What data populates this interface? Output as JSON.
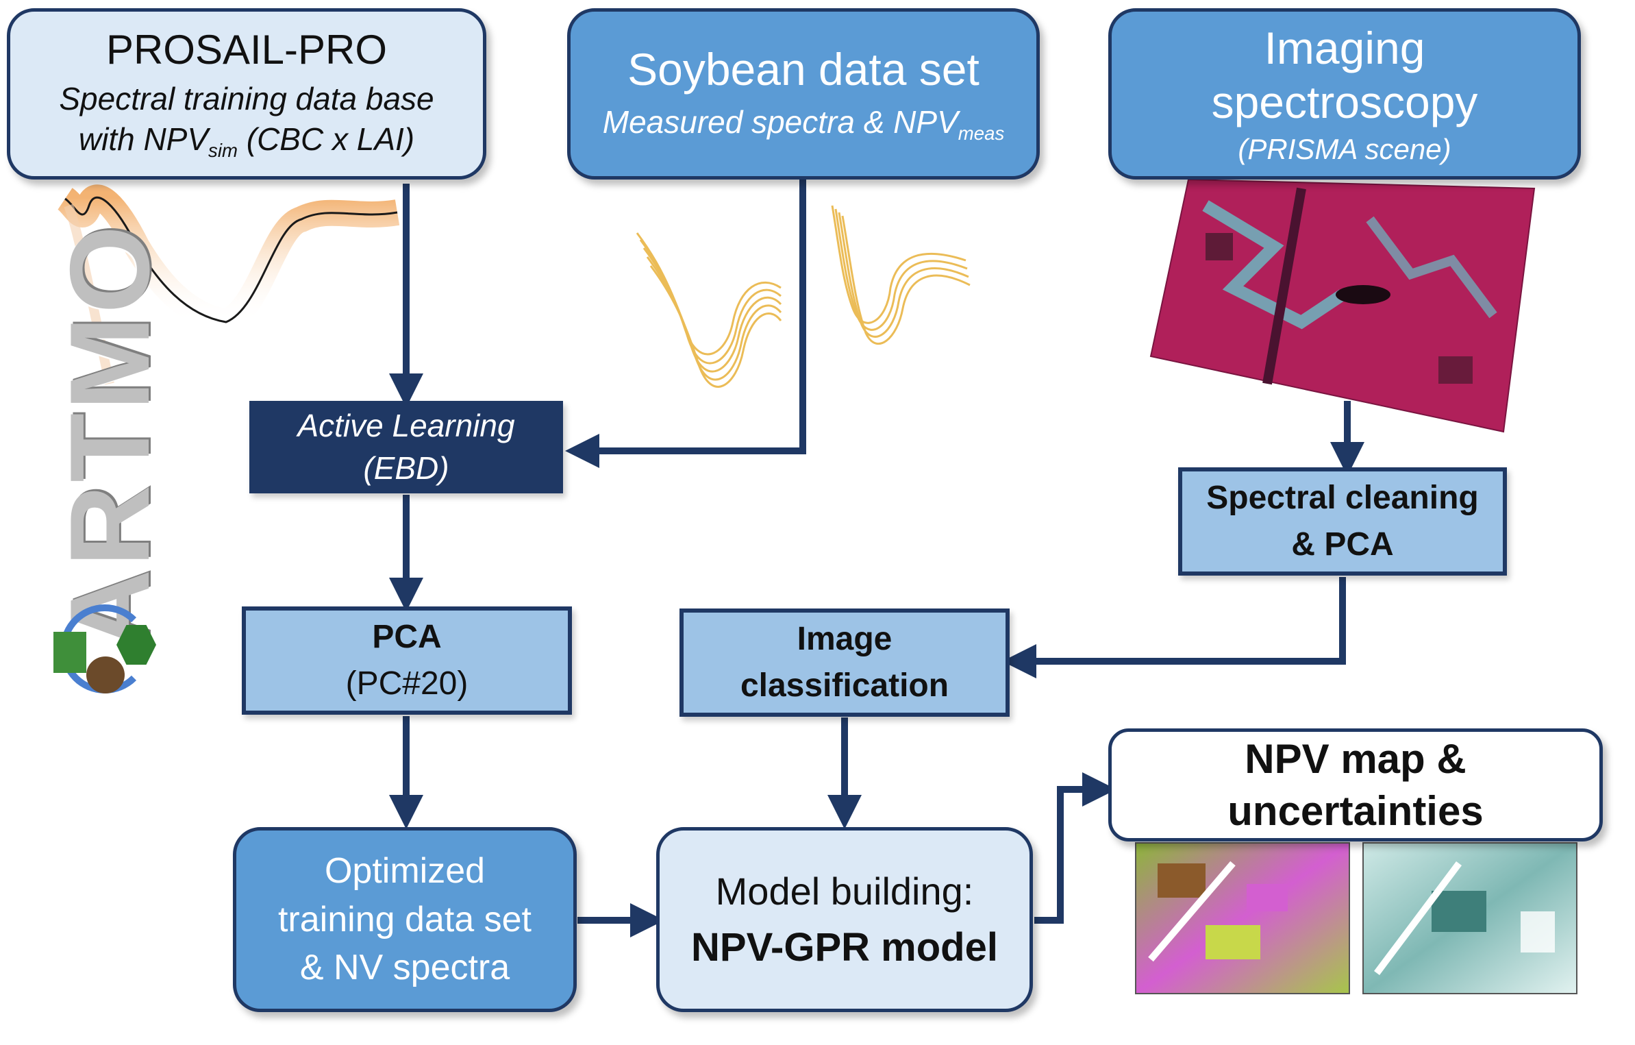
{
  "prosail": {
    "title": "PROSAIL-PRO",
    "line1": "Spectral training data base",
    "line2_prefix": "with NPV",
    "line2_sub": "sim",
    "line2_suffix": " (CBC x LAI)"
  },
  "soybean": {
    "title": "Soybean data set",
    "line_prefix": "Measured spectra & NPV",
    "line_sub": "meas"
  },
  "imaging": {
    "title_line1": "Imaging",
    "title_line2": "spectroscopy",
    "subtitle": "(PRISMA scene)"
  },
  "active_learning": {
    "line1": "Active Learning",
    "line2": "(EBD)"
  },
  "spectral_cleaning": {
    "line1": "Spectral cleaning",
    "line2": "& PCA"
  },
  "pca": {
    "title": "PCA",
    "subtitle": "(PC#20)"
  },
  "image_classification": {
    "line1": "Image",
    "line2": "classification"
  },
  "npv_map": {
    "line1": "NPV map &",
    "line2": "uncertainties"
  },
  "optimized": {
    "line1": "Optimized",
    "line2": "training data set",
    "line3": "& NV spectra"
  },
  "model": {
    "line1": "Model building:",
    "line2": "NPV-GPR model"
  },
  "logo": {
    "text": "ARTMO"
  },
  "colors": {
    "navy": "#1f3864",
    "light_fill": "#dce9f6",
    "mid_fill": "#9dc3e6",
    "dark_fill": "#5b9bd5",
    "spectra_orange": "#e08a2a",
    "spectra_yellow": "#e8b13a",
    "prisma_magenta": "#b0205a",
    "prisma_cyan": "#5fd6d6"
  }
}
